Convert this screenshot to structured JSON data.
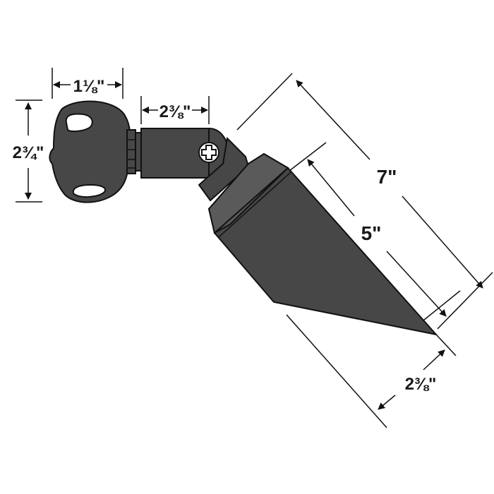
{
  "diagram": {
    "colors": {
      "fixture": "#474747",
      "line": "#111111",
      "bezel_band": "#5a5a5a",
      "background": "#ffffff"
    },
    "dimensions": {
      "knuckle_width": "1⅛\"",
      "knuckle_height": "2¾\"",
      "arm_length": "2⅜\"",
      "body_length": "7\"",
      "shroud_length": "5\"",
      "lens_width": "2⅜\""
    },
    "icons": {
      "screw": "phillips-screw-icon"
    }
  }
}
